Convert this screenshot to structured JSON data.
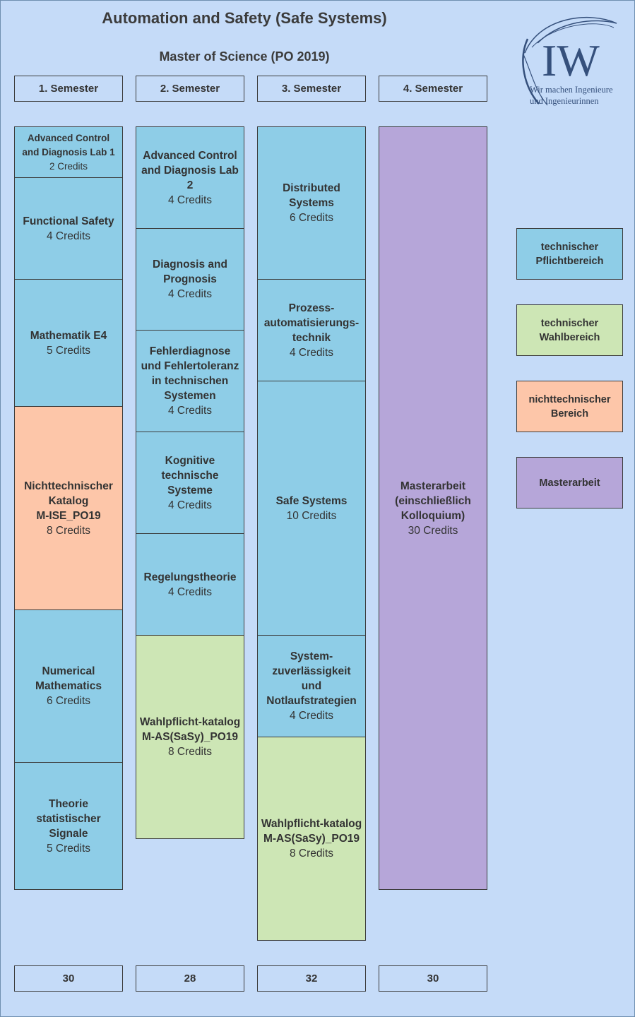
{
  "title": "Automation and Safety (Safe Systems)",
  "subtitle": "Master of Science (PO 2019)",
  "logo": {
    "letters": "IW",
    "tagline": "Wir machen Ingenieure\nund Ingenieurinnen"
  },
  "semesters": [
    "1. Semester",
    "2. Semester",
    "3. Semester",
    "4. Semester"
  ],
  "totals": [
    "30",
    "28",
    "32",
    "30"
  ],
  "columns": [
    [
      {
        "name": "Advanced Control\nand Diagnosis Lab 1",
        "credits": "2 Credits",
        "cat": "tech"
      },
      {
        "name": "Functional Safety",
        "credits": "4 Credits",
        "cat": "tech"
      },
      {
        "name": "Mathematik E4",
        "credits": "5 Credits",
        "cat": "tech"
      },
      {
        "name": "Nichttechnischer\nKatalog\nM-ISE_PO19",
        "credits": "8 Credits",
        "cat": "nontech"
      },
      {
        "name": "Numerical\nMathematics",
        "credits": "6 Credits",
        "cat": "tech"
      },
      {
        "name": "Theorie\nstatistischer\nSignale",
        "credits": "5 Credits",
        "cat": "tech"
      }
    ],
    [
      {
        "name": "Advanced Control\nand Diagnosis Lab\n2",
        "credits": "4 Credits",
        "cat": "tech"
      },
      {
        "name": "Diagnosis and\nPrognosis",
        "credits": "4 Credits",
        "cat": "tech"
      },
      {
        "name": "Fehlerdiagnose\nund Fehlertoleranz\nin technischen\nSystemen",
        "credits": "4 Credits",
        "cat": "tech"
      },
      {
        "name": "Kognitive\ntechnische\nSysteme",
        "credits": "4 Credits",
        "cat": "tech"
      },
      {
        "name": "Regelungstheorie",
        "credits": "4 Credits",
        "cat": "tech"
      },
      {
        "name": "Wahlpflicht-katalog\nM-AS(SaSy)_PO19",
        "credits": "8 Credits",
        "cat": "wahl"
      }
    ],
    [
      {
        "name": "Distributed\nSystems",
        "credits": "6 Credits",
        "cat": "tech"
      },
      {
        "name": "Prozess-\nautomatisierungs-\ntechnik",
        "credits": "4 Credits",
        "cat": "tech"
      },
      {
        "name": "Safe Systems",
        "credits": "10 Credits",
        "cat": "tech"
      },
      {
        "name": "System-\nzuverlässigkeit\nund\nNotlaufstrategien",
        "credits": "4 Credits",
        "cat": "tech"
      },
      {
        "name": "Wahlpflicht-katalog\nM-AS(SaSy)_PO19",
        "credits": "8 Credits",
        "cat": "wahl"
      }
    ],
    [
      {
        "name": "Masterarbeit\n(einschließlich\nKolloquium)",
        "credits": "30 Credits",
        "cat": "master"
      }
    ]
  ],
  "legend": [
    {
      "label": "technischer\nPflichtbereich",
      "cat": "tech"
    },
    {
      "label": "technischer\nWahlbereich",
      "cat": "wahl"
    },
    {
      "label": "nichttechnischer\nBereich",
      "cat": "nontech"
    },
    {
      "label": "Masterarbeit",
      "cat": "master"
    }
  ],
  "colors": {
    "tech": "#8ecde7",
    "wahl": "#cde6b5",
    "nontech": "#fdc6a9",
    "master": "#b6a6d9",
    "background": "#c5dbf8"
  }
}
